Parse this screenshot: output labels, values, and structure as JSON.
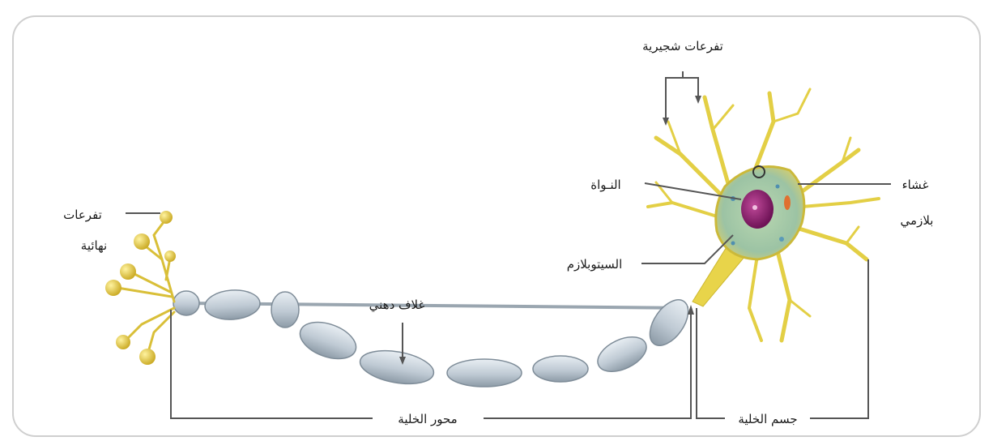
{
  "labels": {
    "dendrites": "تفرعات شجيرية",
    "nucleus": "النـواة",
    "membrane_line1": "غشاء",
    "membrane_line2": "بلازمي",
    "cytoplasm": "السيتوبلازم",
    "terminal_line1": "تفرعات",
    "terminal_line2": "نهائية",
    "myelin": "غلاف دهني",
    "axon": "محور الخلية",
    "cell_body": "جسم الخلية"
  },
  "colors": {
    "dendrite": "#e8d44a",
    "cell_body": "#a8c8a0",
    "nucleus": "#a0247a",
    "myelin": "#c9d3dc",
    "terminal_bulb": "#e6c93a",
    "line": "#555555"
  }
}
